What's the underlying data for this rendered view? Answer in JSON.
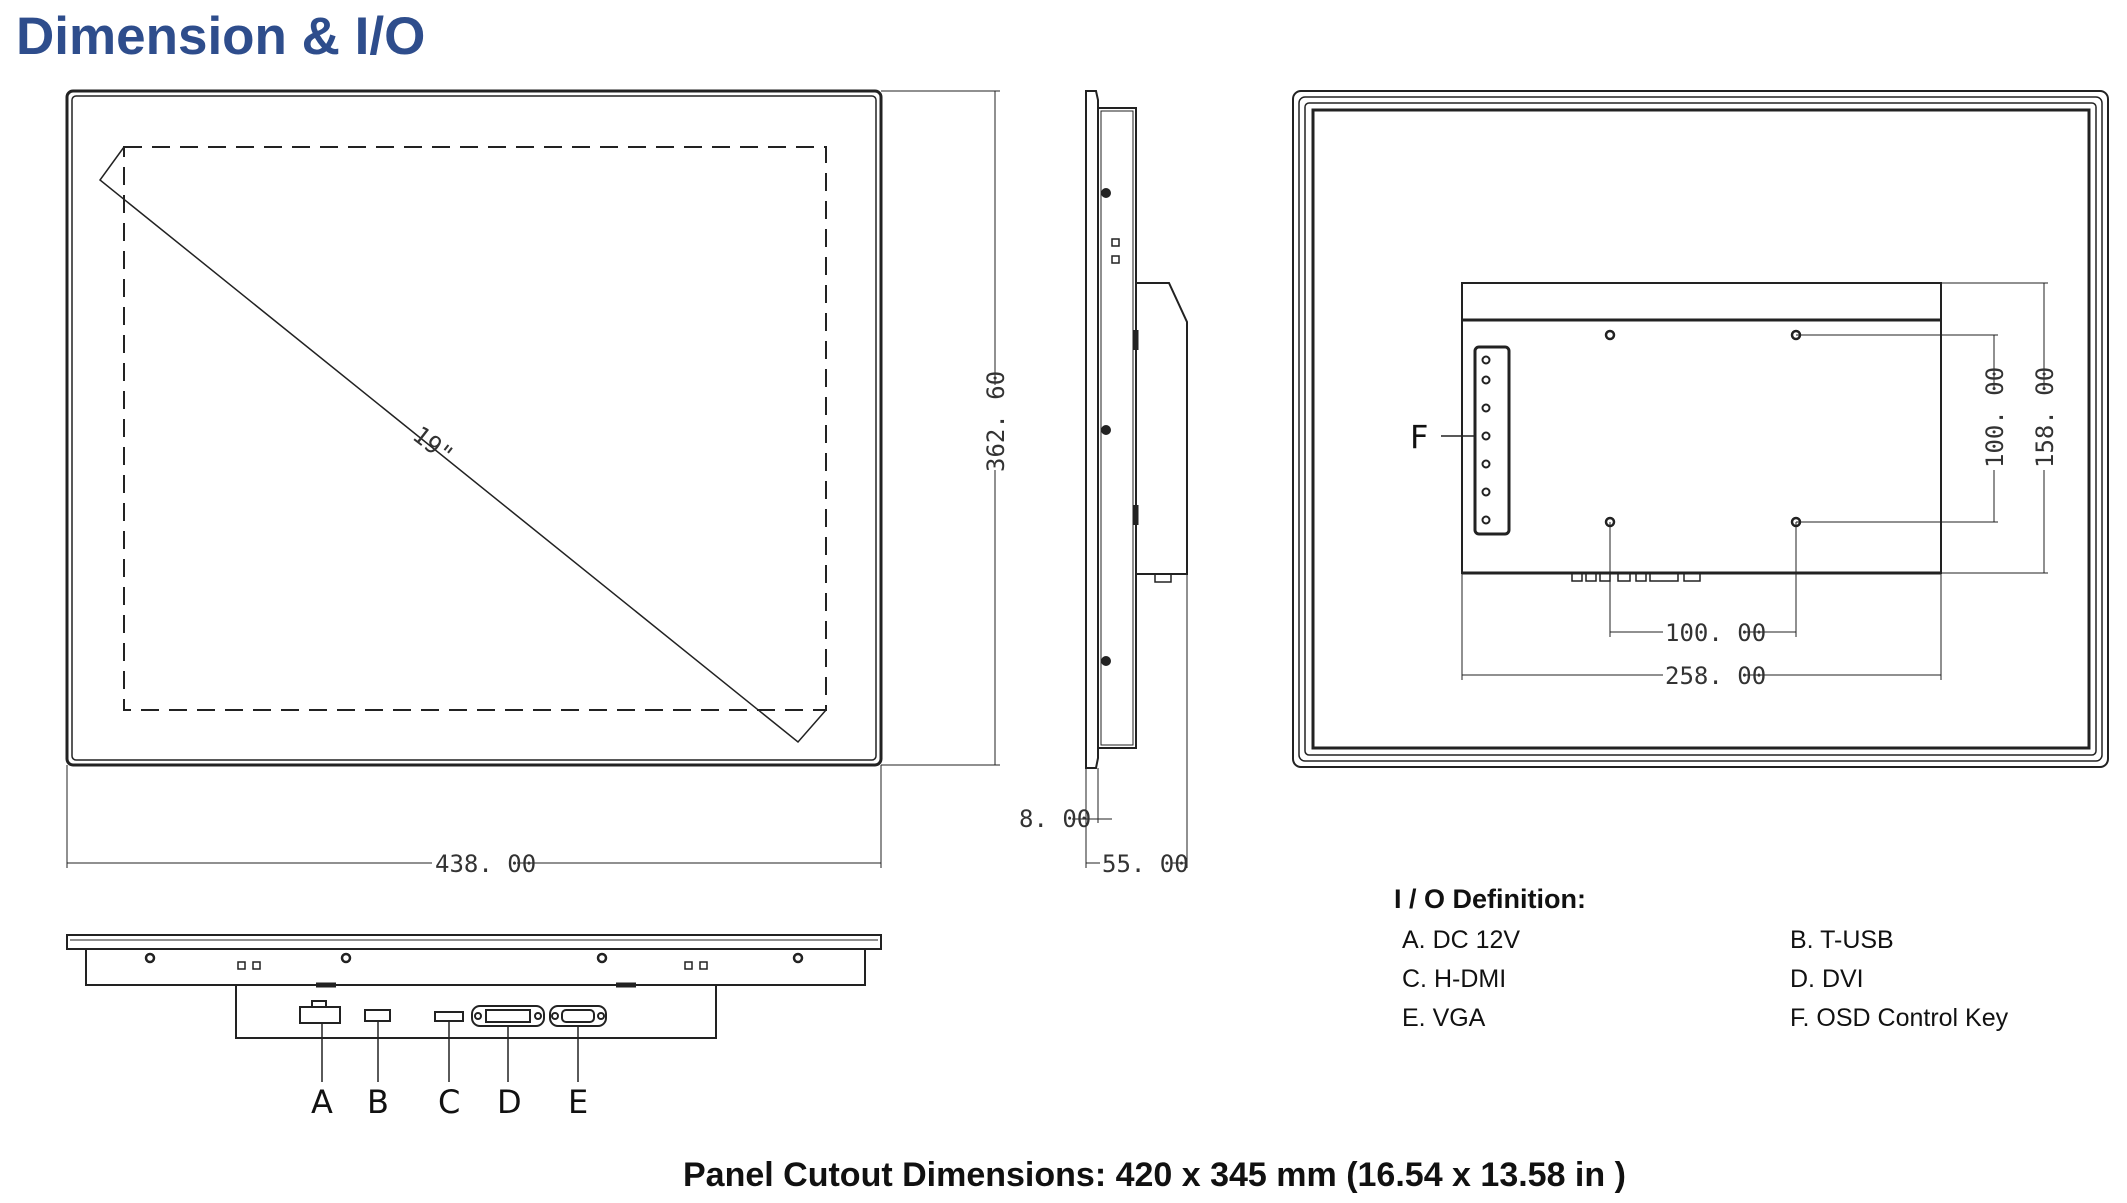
{
  "page": {
    "title": "Dimension & I/O"
  },
  "front_view": {
    "diagonal_label": "19\"",
    "height_label": "362. 60",
    "width_label": "438. 00"
  },
  "side_view": {
    "bezel_label": "8. 00",
    "depth_label": "55. 00"
  },
  "rear_view": {
    "osd_label": "F",
    "mount_h_label": "100. 00",
    "mount_v_label": "100. 00",
    "box_w_label": "258. 00",
    "box_h_label": "158. 00"
  },
  "bottom_view": {
    "ports": [
      "A",
      "B",
      "C",
      "D",
      "E"
    ]
  },
  "io_definition": {
    "title": "I / O Definition:",
    "items": [
      "A. DC 12V",
      "B. T-USB",
      "C. H-DMI",
      "D. DVI",
      "E. VGA",
      "F. OSD Control Key"
    ]
  },
  "footer": "Panel Cutout Dimensions: 420 x 345 mm (16.54 x 13.58 in )"
}
